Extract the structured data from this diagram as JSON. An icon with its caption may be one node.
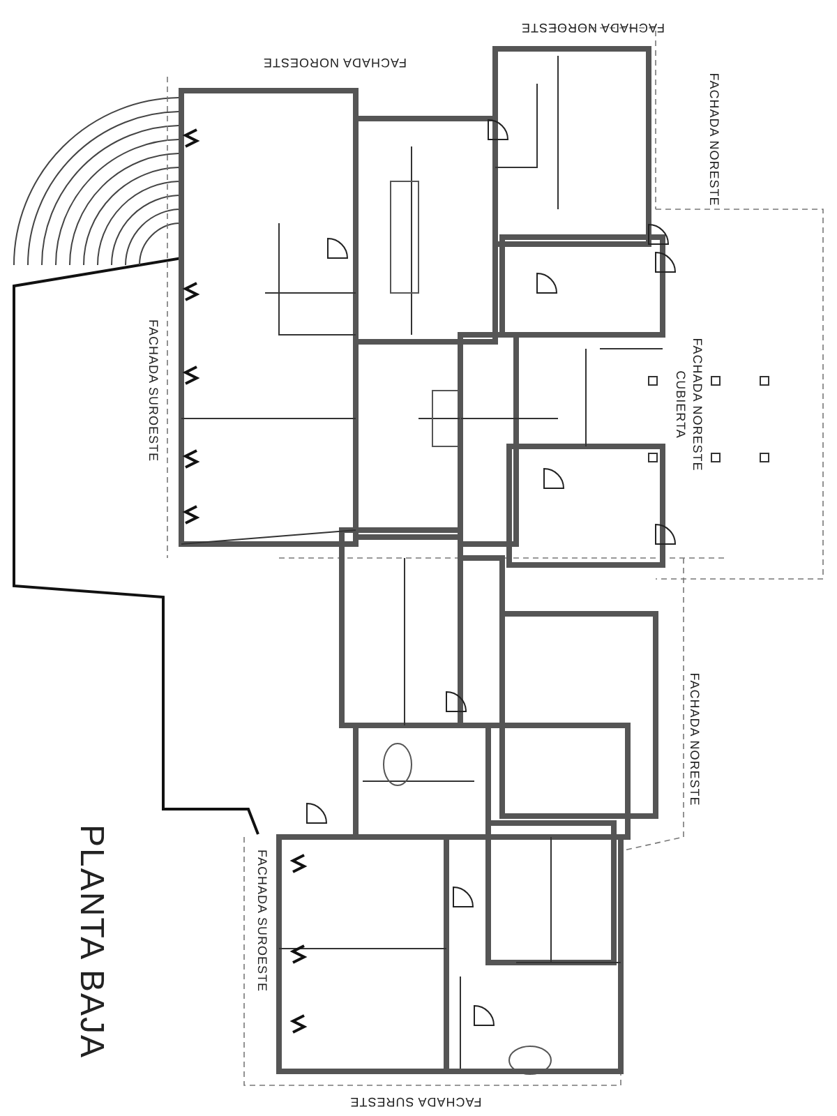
{
  "diagram": {
    "title": "PLANTA BAJA",
    "labels": [
      "FACHADA NOROESTE",
      "FACHADA NOROESTE",
      "FACHADA NORESTE",
      "FACHADA SUROESTE",
      "FACHADA NORESTE",
      "CUBIERTA",
      "FACHADA NORESTE",
      "FACHADA SUROESTE",
      "FACHADA SURESTE"
    ]
  }
}
